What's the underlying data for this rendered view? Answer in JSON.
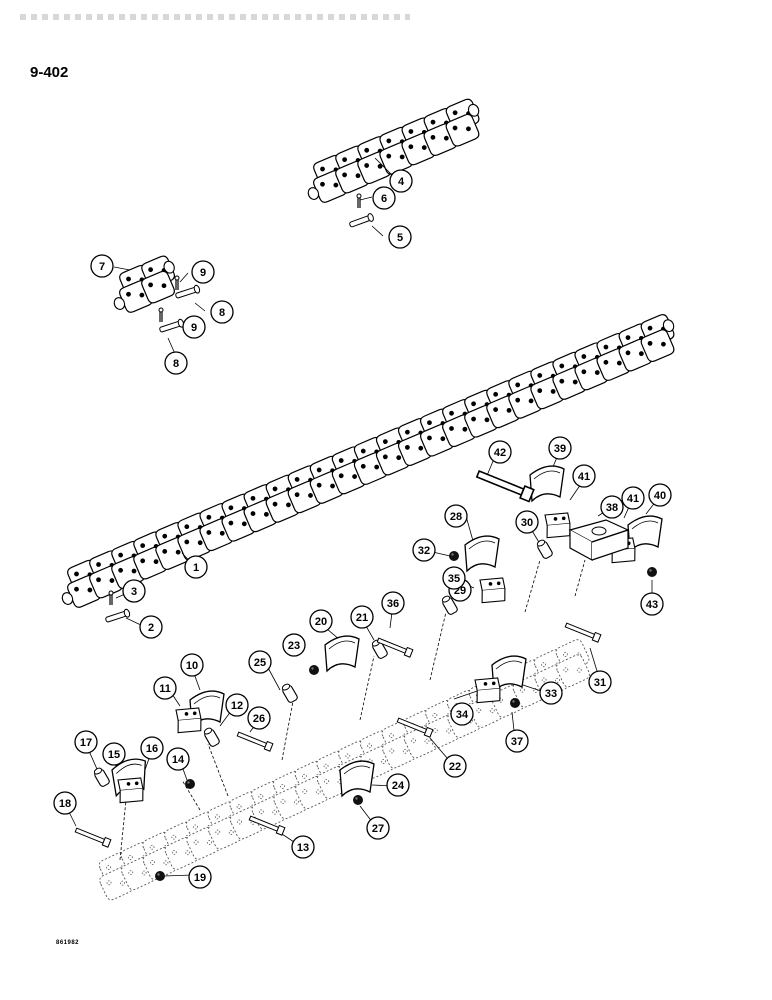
{
  "page_number": "9-402",
  "figure_code": "861982",
  "callouts": [
    "1",
    "2",
    "3",
    "4",
    "5",
    "6",
    "7",
    "8",
    "9",
    "10",
    "11",
    "12",
    "13",
    "14",
    "15",
    "16",
    "17",
    "18",
    "19",
    "20",
    "21",
    "22",
    "23",
    "24",
    "25",
    "26",
    "27",
    "28",
    "29",
    "30",
    "31",
    "32",
    "33",
    "34",
    "35",
    "36",
    "37",
    "38",
    "39",
    "40",
    "41",
    "42",
    "43"
  ]
}
